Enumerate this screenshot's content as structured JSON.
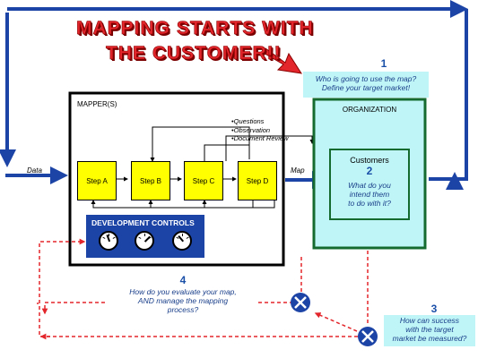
{
  "title": {
    "line1": "MAPPING  STARTS WITH",
    "line2": "THE CUSTOMER!!"
  },
  "callouts": {
    "c1": {
      "number": "1",
      "line1": "Who is going to use the map?",
      "line2": "Define your target market!"
    },
    "c2": {
      "number": "2",
      "line1": "What do you",
      "line2": "intend them",
      "line3": "to do with it?"
    },
    "c3": {
      "number": "3",
      "line1": "How can success",
      "line2": "with the target",
      "line3": "market be measured?"
    },
    "c4": {
      "number": "4",
      "line1": "How do you evaluate your map,",
      "line2": "AND manage the mapping",
      "line3": "process?"
    }
  },
  "mappers": {
    "label": "MAPPER(S)",
    "steps": [
      "Step A",
      "Step B",
      "Step C",
      "Step D"
    ],
    "methods": [
      "Questions",
      "Observation",
      "Document Review"
    ],
    "dev_controls": "DEVELOPMENT CONTROLS"
  },
  "organization": {
    "label": "ORGANIZATION",
    "customers_label": "Customers"
  },
  "flow_labels": {
    "data": "Data",
    "map": "Map"
  },
  "colors": {
    "title_red": "#e3262b",
    "flow_blue": "#1c43a6",
    "org_green": "#156b2f",
    "org_fill": "#bff5f7",
    "step_yellow": "#ffff00",
    "feedback_red": "#e3262b"
  }
}
